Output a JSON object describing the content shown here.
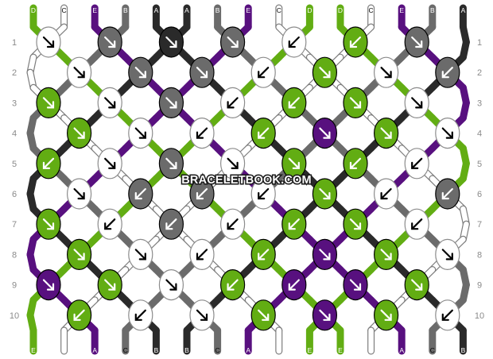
{
  "watermark": "BRACELETBOOK.COM",
  "colors": {
    "A": "#2a2a2a",
    "B": "#6b6b6b",
    "C": "#ffffff",
    "D": "#62ad13",
    "E": "#58107f"
  },
  "top_strings": [
    "D",
    "C",
    "E",
    "B",
    "A",
    "A",
    "B",
    "E",
    "C",
    "D",
    "D",
    "C",
    "E",
    "B",
    "A"
  ],
  "bottom_strings": [
    "E",
    "D",
    "A",
    "C",
    "B",
    "B",
    "C",
    "A",
    "D",
    "E",
    "E",
    "D",
    "A",
    "C",
    "B"
  ],
  "rows": [
    {
      "number": "1",
      "knots": [
        [
          "C",
          "dr"
        ],
        [
          "B",
          "dr"
        ],
        [
          "A",
          "dr"
        ],
        [
          "B",
          "dr"
        ],
        [
          "C",
          "dl"
        ],
        [
          "D",
          "dl"
        ],
        [
          "B",
          "dr"
        ]
      ]
    },
    {
      "number": "2",
      "knots": [
        [
          "C",
          "dr"
        ],
        [
          "B",
          "dr"
        ],
        [
          "B",
          "dr"
        ],
        [
          "C",
          "dl"
        ],
        [
          "D",
          "dr"
        ],
        [
          "C",
          "dr"
        ],
        [
          "B",
          "dl"
        ]
      ]
    },
    {
      "number": "3",
      "knots": [
        [
          "D",
          "dr"
        ],
        [
          "C",
          "dr"
        ],
        [
          "B",
          "dr"
        ],
        [
          "C",
          "dl"
        ],
        [
          "D",
          "dl"
        ],
        [
          "D",
          "dr"
        ],
        [
          "C",
          "dr"
        ]
      ]
    },
    {
      "number": "4",
      "knots": [
        [
          "D",
          "dr"
        ],
        [
          "C",
          "dr"
        ],
        [
          "C",
          "dl"
        ],
        [
          "D",
          "dl"
        ],
        [
          "E",
          "dr"
        ],
        [
          "D",
          "dr"
        ],
        [
          "C",
          "dr"
        ]
      ]
    },
    {
      "number": "5",
      "knots": [
        [
          "D",
          "dl"
        ],
        [
          "C",
          "dr"
        ],
        [
          "B",
          "dr"
        ],
        [
          "C",
          "dr"
        ],
        [
          "D",
          "dr"
        ],
        [
          "D",
          "dl"
        ],
        [
          "C",
          "dl"
        ]
      ]
    },
    {
      "number": "6",
      "knots": [
        [
          "C",
          "dr"
        ],
        [
          "B",
          "dl"
        ],
        [
          "B",
          "dl"
        ],
        [
          "C",
          "dl"
        ],
        [
          "D",
          "dr"
        ],
        [
          "C",
          "dl"
        ],
        [
          "B",
          "dl"
        ]
      ]
    },
    {
      "number": "7",
      "knots": [
        [
          "D",
          "dr"
        ],
        [
          "C",
          "dl"
        ],
        [
          "B",
          "dl"
        ],
        [
          "C",
          "dl"
        ],
        [
          "D",
          "dl"
        ],
        [
          "D",
          "dr"
        ],
        [
          "C",
          "dl"
        ]
      ]
    },
    {
      "number": "8",
      "knots": [
        [
          "D",
          "dr"
        ],
        [
          "C",
          "dr"
        ],
        [
          "C",
          "dl"
        ],
        [
          "D",
          "dl"
        ],
        [
          "E",
          "dr"
        ],
        [
          "D",
          "dr"
        ],
        [
          "C",
          "dr"
        ]
      ]
    },
    {
      "number": "9",
      "knots": [
        [
          "E",
          "dr"
        ],
        [
          "D",
          "dr"
        ],
        [
          "C",
          "dr"
        ],
        [
          "D",
          "dl"
        ],
        [
          "E",
          "dl"
        ],
        [
          "E",
          "dr"
        ],
        [
          "D",
          "dr"
        ]
      ]
    },
    {
      "number": "10",
      "knots": [
        [
          "D",
          "dl"
        ],
        [
          "C",
          "dl"
        ],
        [
          "C",
          "dr"
        ],
        [
          "D",
          "dr"
        ],
        [
          "E",
          "dr"
        ],
        [
          "D",
          "dr"
        ],
        [
          "C",
          "dl"
        ]
      ]
    }
  ]
}
